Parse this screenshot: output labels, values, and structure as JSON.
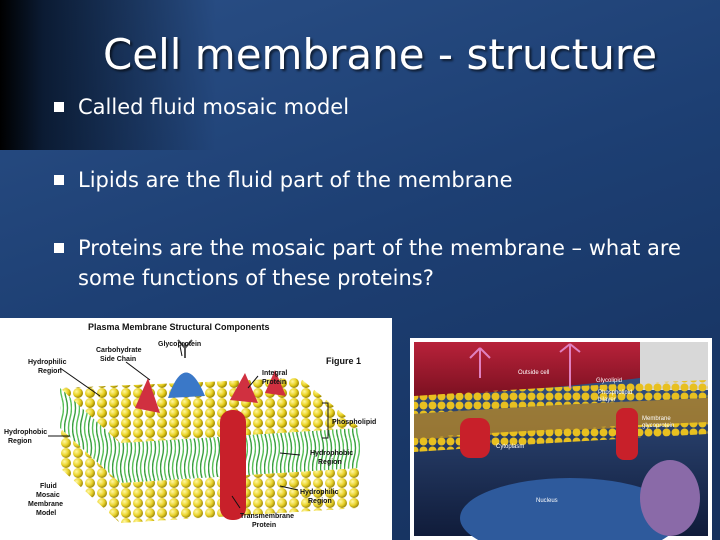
{
  "slide": {
    "title": "Cell membrane - structure",
    "bullets": [
      "Called fluid mosaic model",
      "Lipids are the fluid part of the membrane",
      "Proteins are the mosaic part of the membrane – what are some functions of these proteins?"
    ]
  },
  "figure_left": {
    "heading": "Plasma Membrane Structural Components",
    "figure_label": "Figure 1",
    "labels": {
      "glycoprotein": "Glycoprotein",
      "carbohydrate_1": "Carbohydrate",
      "carbohydrate_2": "Side Chain",
      "hydrophilic_1": "Hydrophilic",
      "hydrophilic_2": "Region",
      "integral_1": "Integral",
      "integral_2": "Protein",
      "phospholipid": "Phospholipid",
      "hydrophobic_1": "Hydrophobic",
      "hydrophobic_2": "Region",
      "hydrophobic_r1": "Hydrophobic",
      "hydrophobic_r2": "Region",
      "fluid_1": "Fluid",
      "fluid_2": "Mosaic",
      "fluid_3": "Membrane",
      "fluid_4": "Model",
      "hydrophilic_b1": "Hydrophilic",
      "hydrophilic_b2": "Region",
      "transmembrane_1": "Transmembrane",
      "transmembrane_2": "Protein"
    }
  },
  "figure_right": {
    "labels": {
      "outside": "Outside cell",
      "glycolipid": "Glycolipid",
      "phospholipid_1": "Phospholipid",
      "phospholipid_2": "bilayer",
      "membrane_1": "Membrane",
      "membrane_2": "glycoprotein",
      "cytoplasm": "Cytoplasm",
      "nucleus": "Nucleus"
    }
  },
  "colors": {
    "background": "#1d3f73",
    "lipid_head": "#e8d020",
    "protein_red": "#c8202a",
    "protein_blue": "#3a78c8"
  }
}
